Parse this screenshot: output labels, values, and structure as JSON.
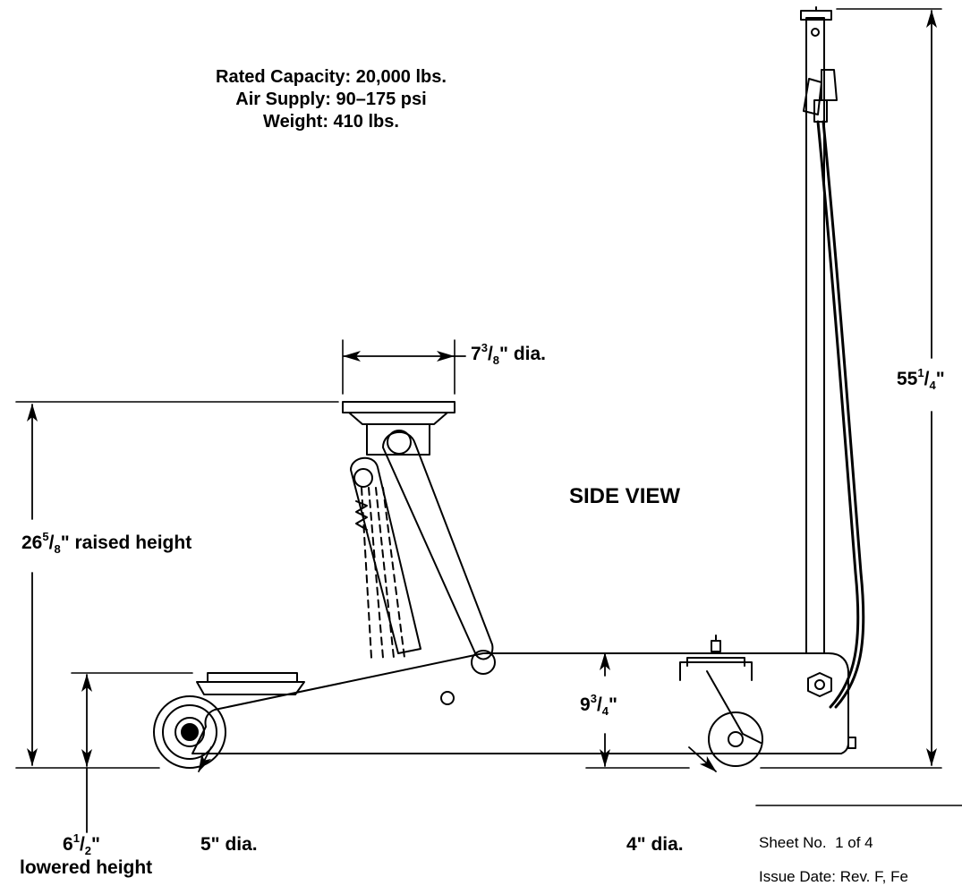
{
  "specs": {
    "capacity": "Rated Capacity: 20,000 lbs.",
    "air_supply": "Air Supply: 90–175 psi",
    "weight": "Weight: 410 lbs."
  },
  "view_label": "SIDE VIEW",
  "dimensions": {
    "saddle_dia": {
      "whole": "7",
      "num": "3",
      "den": "8",
      "suffix": "\" dia."
    },
    "raised_height": {
      "whole": "26",
      "num": "5",
      "den": "8",
      "suffix": "\" raised height"
    },
    "overall_height": {
      "whole": "55",
      "num": "1",
      "den": "4",
      "suffix": "\""
    },
    "frame_height": {
      "whole": "9",
      "num": "3",
      "den": "4",
      "suffix": "\""
    },
    "lowered_height": {
      "whole": "6",
      "num": "1",
      "den": "2",
      "suffix": "\"",
      "caption": "lowered height"
    },
    "front_wheel": "5\" dia.",
    "caster_wheel": "4\" dia."
  },
  "title_block": {
    "sheet_label": "Sheet No.",
    "sheet_value": "1 of 4",
    "issue_label": "Issue Date: Rev. F, Fe"
  }
}
